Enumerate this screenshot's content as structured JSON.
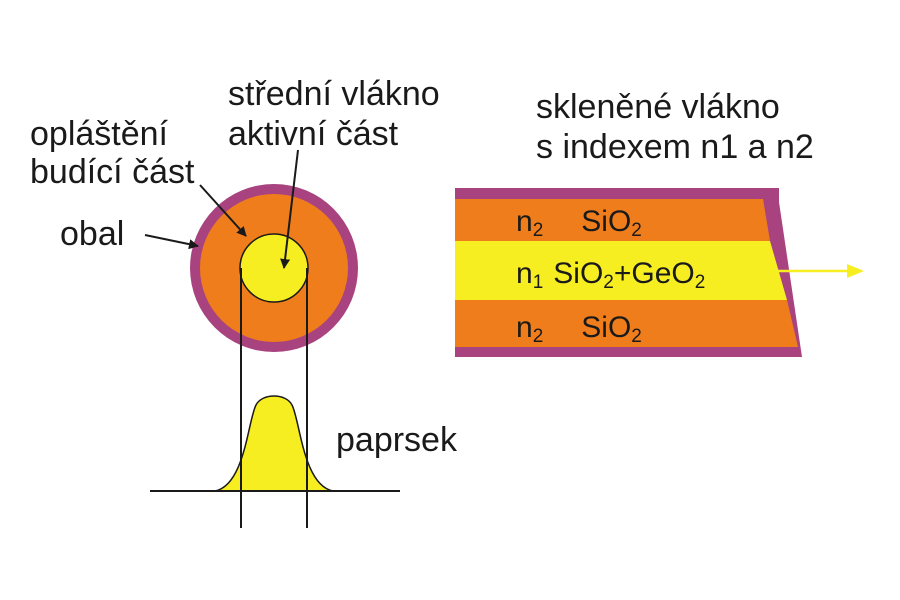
{
  "labels": {
    "cladding": "opláštění",
    "cladding_role": "budící část",
    "core": "střední vlákno",
    "core_role": "aktivní část",
    "coating": "obal",
    "beam": "paprsek",
    "fiber_title_1": "skleněné vlákno",
    "fiber_title_2": "s indexem n1 a n2"
  },
  "layers": {
    "top": {
      "index": "n",
      "index_sub": "2",
      "material": "SiO",
      "material_sub": "2"
    },
    "middle": {
      "index": "n",
      "index_sub": "1",
      "material_a": "SiO",
      "material_a_sub": "2",
      "plus": "+GeO",
      "material_b_sub": "2"
    },
    "bottom": {
      "index": "n",
      "index_sub": "2",
      "material": "SiO",
      "material_sub": "2"
    }
  },
  "colors": {
    "coating": "#a8437f",
    "cladding": "#ef7d1c",
    "core": "#f7ee22",
    "line": "#1a1a1a",
    "arrow": "#f7ee22"
  }
}
